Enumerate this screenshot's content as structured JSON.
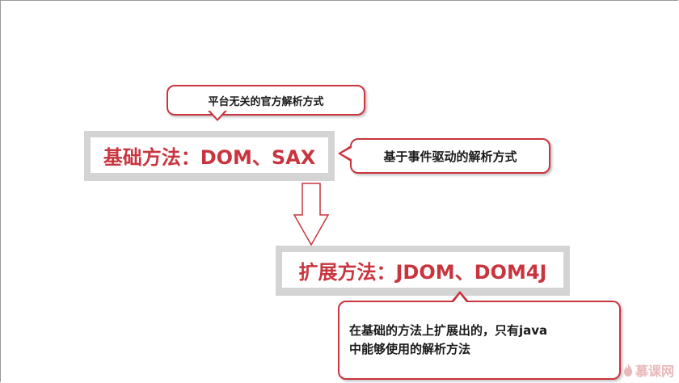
{
  "callouts": {
    "top": "平台无关的官方解析方式",
    "right": "基于事件驱动的解析方式",
    "bottom_line1": "在基础的方法上扩展出的，只有java",
    "bottom_line2": "中能够使用的解析方法"
  },
  "boxes": {
    "basic": "基础方法：DOM、SAX",
    "extended": "扩展方法：JDOM、DOM4J"
  },
  "watermark": {
    "text": "慕课网"
  },
  "colors": {
    "accent": "#c9353f",
    "box_shadow_gray": "#d4d4d4",
    "watermark": "#e9b9b9"
  }
}
